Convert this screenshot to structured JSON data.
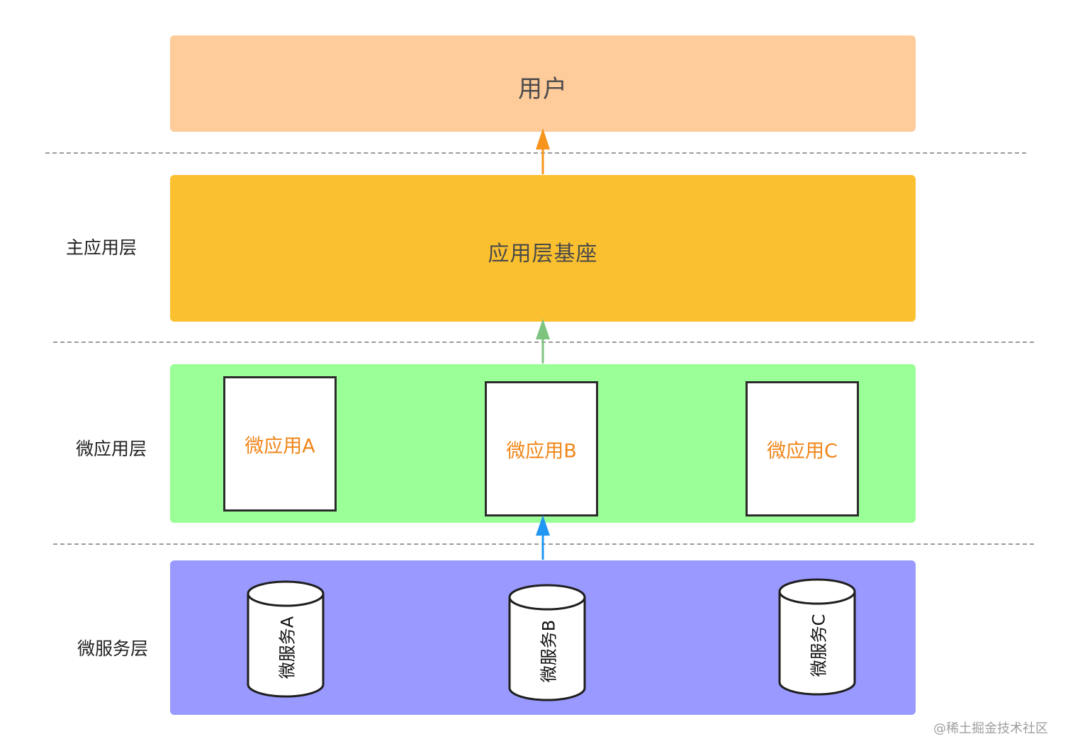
{
  "layers": {
    "user": {
      "label": "用户",
      "color": "#fecb9b"
    },
    "main_app": {
      "label": "应用层基座",
      "side_label": "主应用层",
      "color": "#fbc02f"
    },
    "micro_app": {
      "side_label": "微应用层",
      "color": "#9bff98"
    },
    "micro_service": {
      "side_label": "微服务层",
      "color": "#9999ff"
    }
  },
  "micro_apps": [
    {
      "label": "微应用A"
    },
    {
      "label": "微应用B"
    },
    {
      "label": "微应用C"
    }
  ],
  "micro_services": [
    {
      "label": "微服务A"
    },
    {
      "label": "微服务B"
    },
    {
      "label": "微服务C"
    }
  ],
  "colors": {
    "app_text": "#f0861a",
    "arrow_top": "#f7941d",
    "arrow_middle": "#7dc47f",
    "arrow_bottom": "#2196f3",
    "dash": "#9a9a9a"
  },
  "watermark": "@稀土掘金技术社区"
}
